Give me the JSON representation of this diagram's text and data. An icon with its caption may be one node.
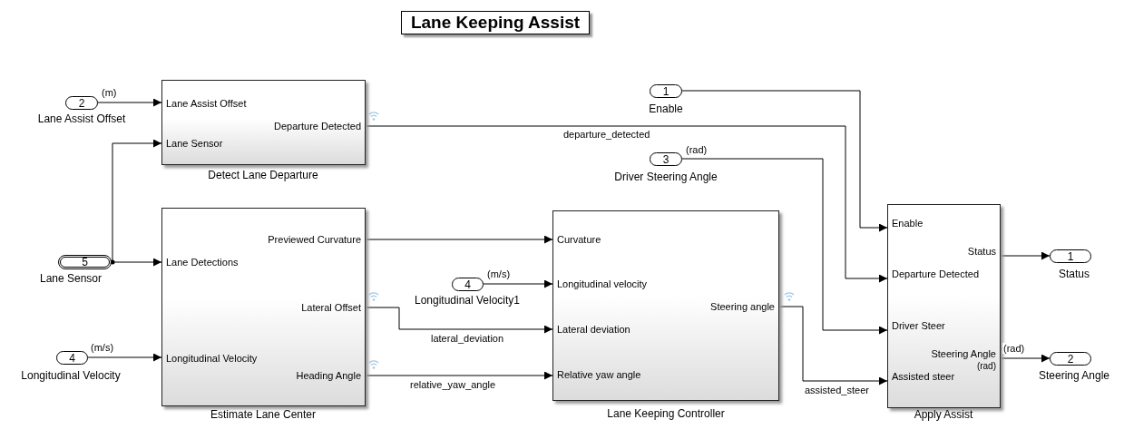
{
  "diagram": {
    "title": "Lane Keeping Assist",
    "nodes": [
      {
        "text": [
          "2"
        ],
        "beside": [
          "Lane Assist Offset"
        ]
      },
      {
        "text": [
          "Lane Assist Offset",
          "Lane Sensor",
          "Departure Detected"
        ],
        "beside": [
          "Detect Lane Departure"
        ]
      },
      {
        "text": [
          "5"
        ],
        "beside": [
          "Lane Sensor"
        ]
      },
      {
        "text": [
          "Lane Detections",
          "Longitudinal Velocity",
          "Previewed Curvature",
          "Lateral Offset",
          "Heading Angle"
        ],
        "beside": [
          "Estimate Lane Center"
        ]
      },
      {
        "text": [
          "4"
        ],
        "beside": [
          "Longitudinal Velocity"
        ]
      },
      {
        "text": [
          "1"
        ],
        "beside": [
          "Enable"
        ]
      },
      {
        "text": [
          "3"
        ],
        "beside": [
          "Driver Steering Angle"
        ]
      },
      {
        "text": [
          "4"
        ],
        "beside": [
          "Longitudinal Velocity1"
        ]
      },
      {
        "text": [
          "Curvature",
          "Longitudinal velocity",
          "Lateral deviation",
          "Relative yaw angle",
          "Steering angle"
        ],
        "beside": [
          "Lane Keeping Controller"
        ]
      },
      {
        "text": [
          "Enable",
          "Departure Detected",
          "Driver Steer",
          "Assisted steer",
          "Status",
          "Steering Angle",
          "(rad)"
        ],
        "beside": [
          "Apply Assist"
        ]
      },
      {
        "text": [
          "1"
        ],
        "beside": [
          "Status"
        ]
      },
      {
        "text": [
          "2"
        ],
        "beside": [
          "Steering Angle"
        ]
      }
    ],
    "edges": [
      {
        "from": 0,
        "to": 1,
        "arrow": "to",
        "label": "(m)"
      },
      {
        "from": 2,
        "to": 1,
        "arrow": "to"
      },
      {
        "from": 2,
        "to": 3,
        "arrow": "to"
      },
      {
        "from": 4,
        "to": 3,
        "arrow": "to",
        "label": "(m/s)"
      },
      {
        "from": 1,
        "to": 9,
        "arrow": "to",
        "label": "departure_detected"
      },
      {
        "from": 5,
        "to": 9,
        "arrow": "to"
      },
      {
        "from": 6,
        "to": 9,
        "arrow": "to",
        "label": "(rad)"
      },
      {
        "from": 3,
        "to": 8,
        "arrow": "to"
      },
      {
        "from": 7,
        "to": 8,
        "arrow": "to",
        "label": "(m/s)"
      },
      {
        "from": 3,
        "to": 8,
        "arrow": "to",
        "label": "lateral_deviation"
      },
      {
        "from": 3,
        "to": 8,
        "arrow": "to",
        "label": "relative_yaw_angle"
      },
      {
        "from": 8,
        "to": 9,
        "arrow": "to",
        "label": "assisted_steer"
      },
      {
        "from": 9,
        "to": 10,
        "arrow": "to"
      },
      {
        "from": 9,
        "to": 11,
        "arrow": "to",
        "label": "(rad)"
      }
    ]
  }
}
